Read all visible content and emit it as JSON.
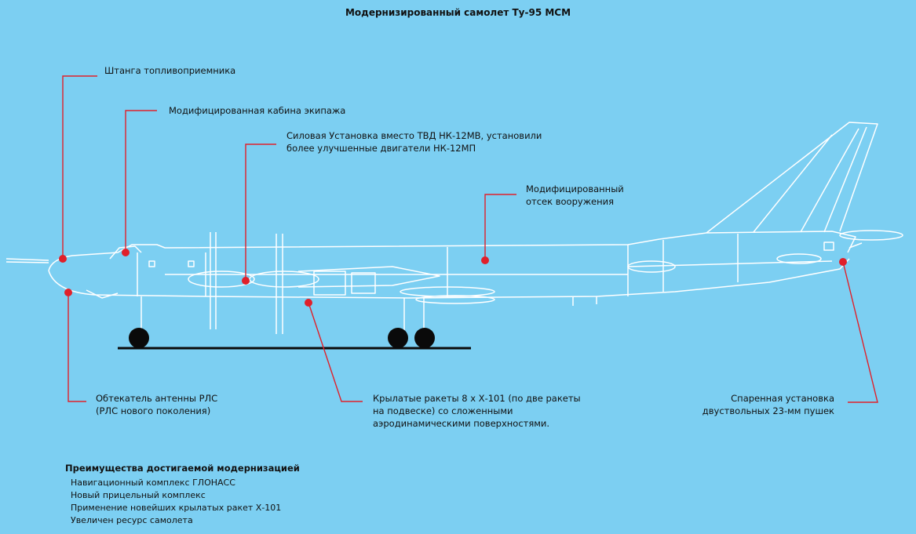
{
  "title": "Модернизированный самолет Ту-95 МСМ",
  "callouts": {
    "refuel_probe": "Штанга топливоприемника",
    "cockpit": "Модифицированная кабина экипажа",
    "engines_line1": "Силовая Установка вместо ТВД НК-12МВ, установили",
    "engines_line2": "более улучшенные двигатели НК-12МП",
    "weapons_bay_line1": "Модифицированный",
    "weapons_bay_line2": "отсек вооружения",
    "radome_line1": "Обтекатель антенны РЛС",
    "radome_line2": "(РЛС нового поколения)",
    "missiles_line1": "Крылатые ракеты 8 х Х-101 (по две ракеты",
    "missiles_line2": "на подвеске) со сложенными",
    "missiles_line3": "аэродинамическими поверхностями.",
    "tail_gun_line1": "Спаренная установка",
    "tail_gun_line2": "двуствольных 23-мм пушек"
  },
  "advantages": {
    "heading": "Преимущества достигаемой модернизацией",
    "items": [
      "Навигационный комплекс ГЛОНАСС",
      "Новый прицельный комплекс",
      "Применение  новейших крылатых ракет Х-101",
      "Увеличен ресурс самолета"
    ]
  },
  "colors": {
    "background": "#7ccff2",
    "outline": "#ffffff",
    "callout": "#e0202a",
    "dark": "#0a0a0a"
  }
}
